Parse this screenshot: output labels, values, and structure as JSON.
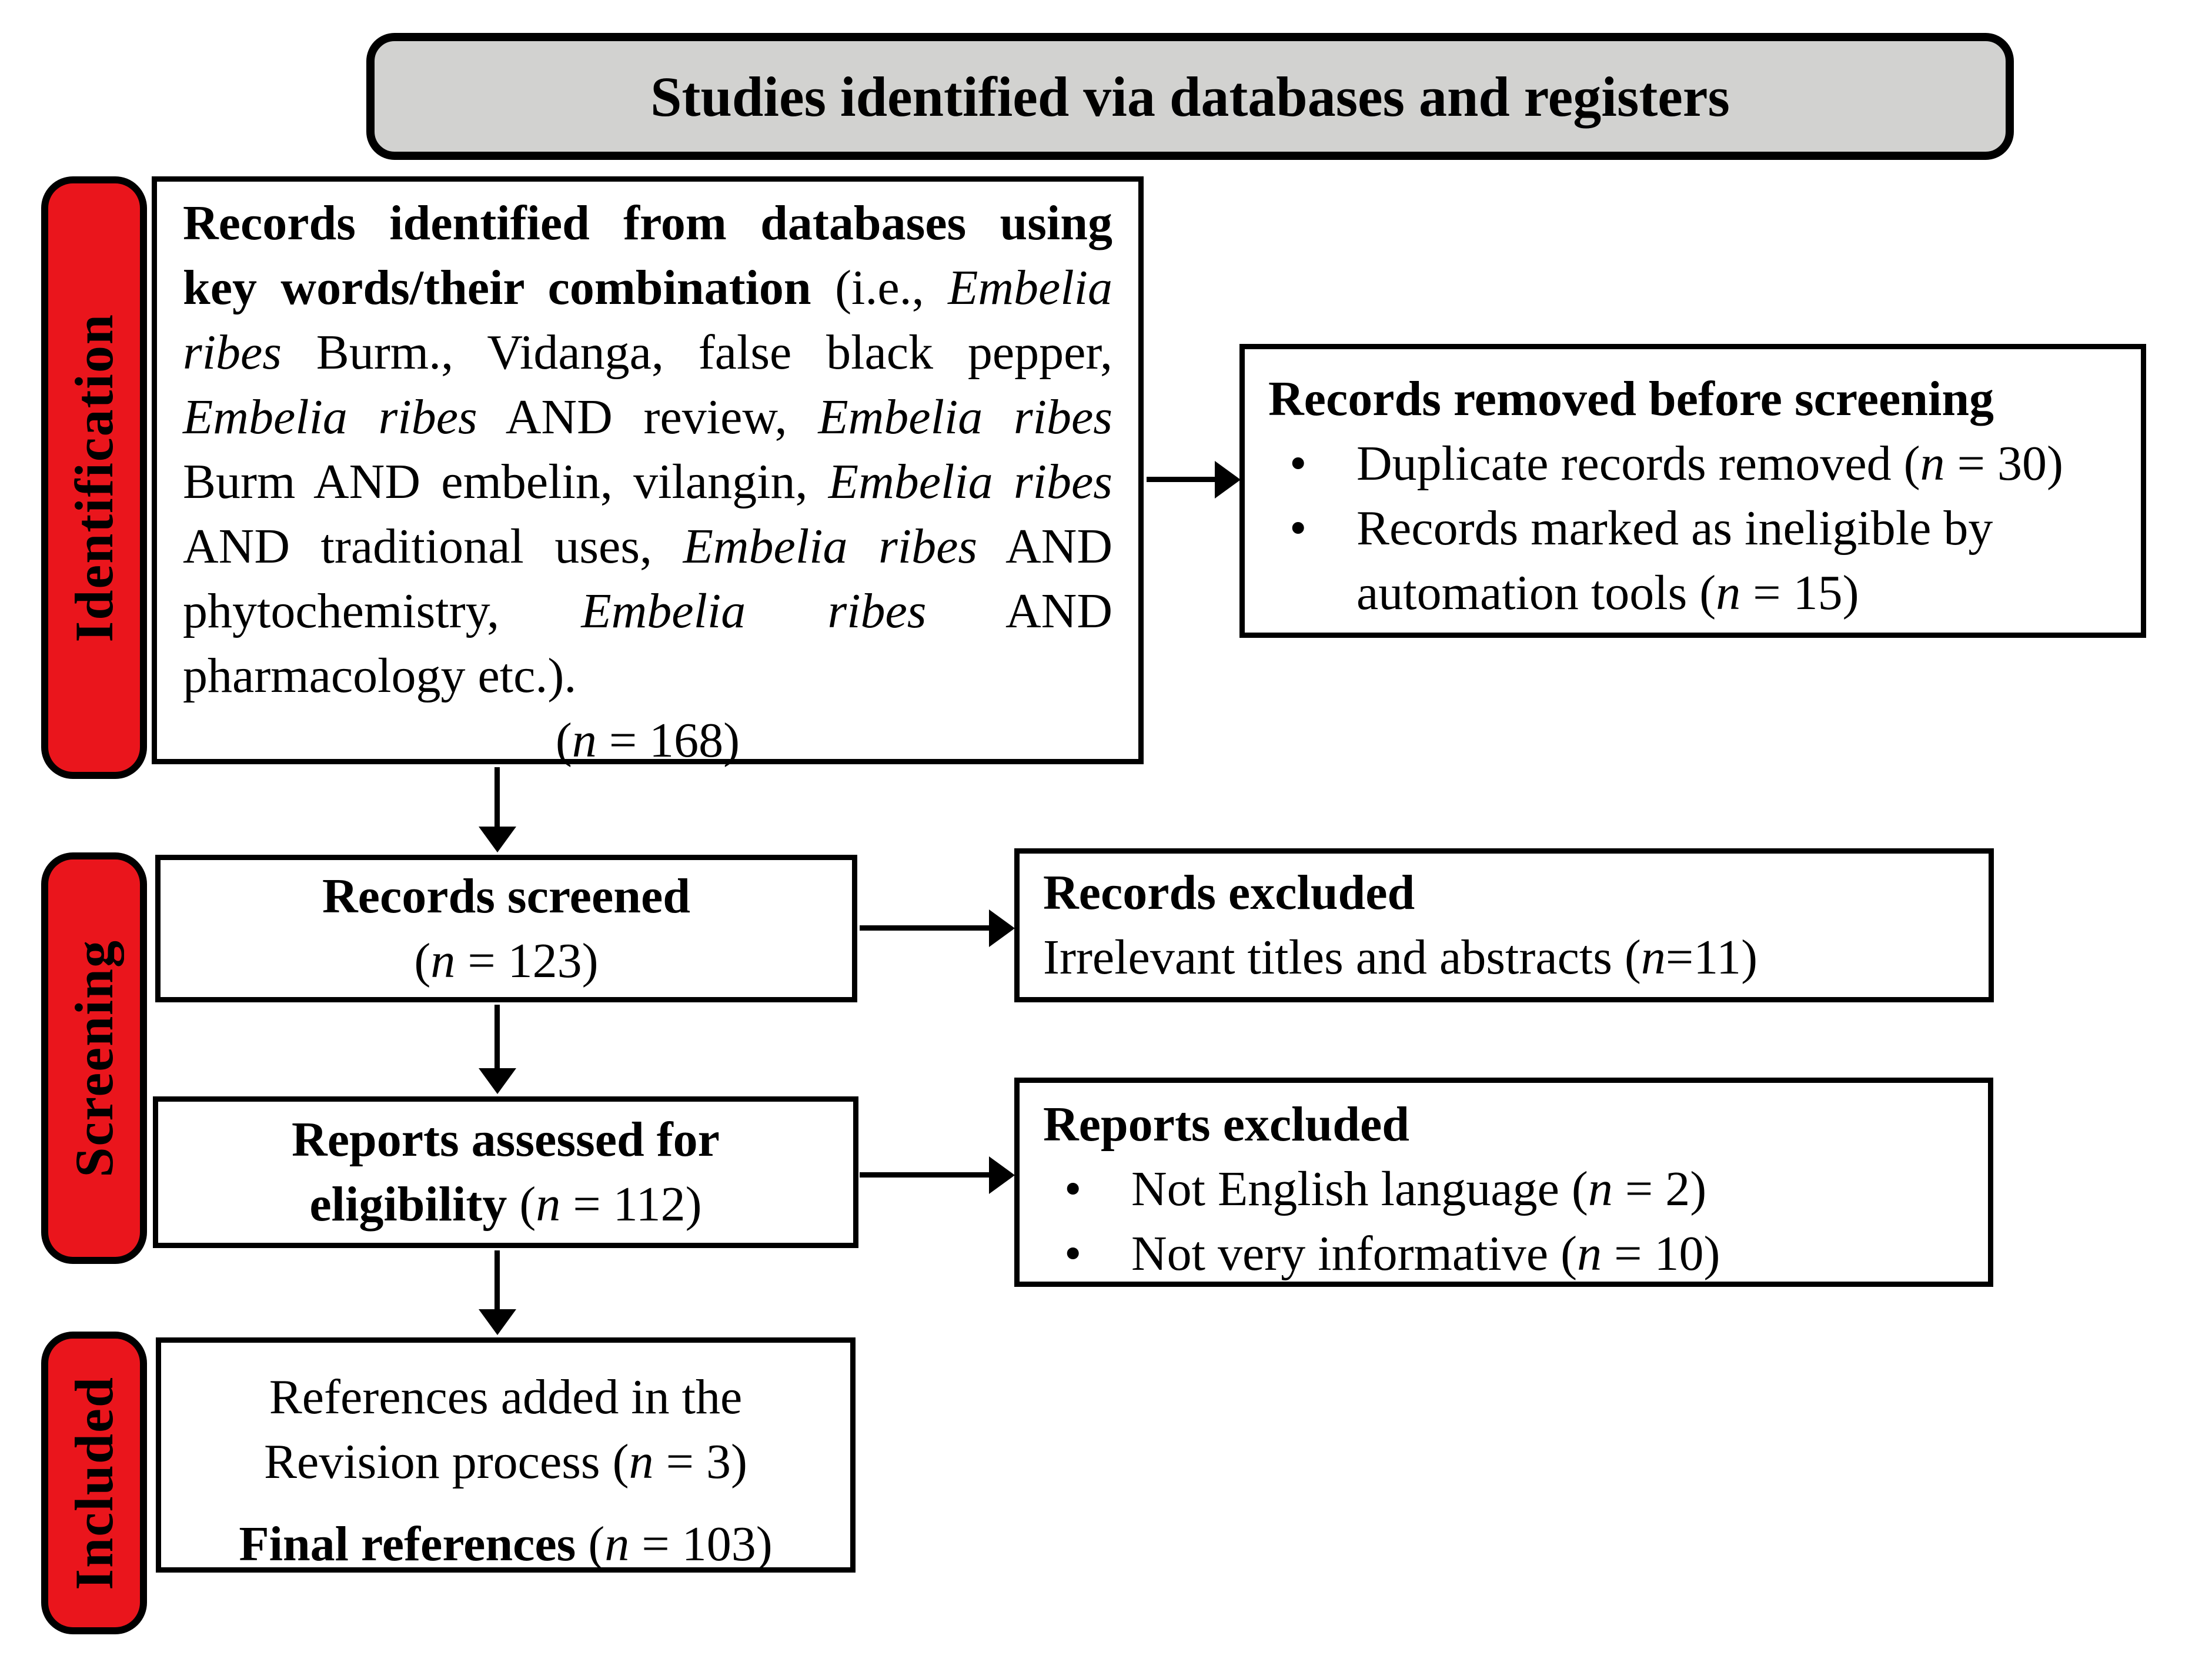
{
  "title": "Studies identified via databases and registers",
  "colors": {
    "stage_label_red": "#ea151c",
    "banner_gray": "#d2d2d0",
    "line_black": "#000000"
  },
  "sidebar": {
    "identification": "Identification",
    "screening": "Screening",
    "included": "Included"
  },
  "boxes": {
    "identified": {
      "rich": [
        {
          "t": "Records identified from databases using key words/their combination ",
          "s": "b"
        },
        {
          "t": "(i.e., "
        },
        {
          "t": "Embelia ribes",
          "s": "i"
        },
        {
          "t": " Burm., Vidanga, false black pepper, "
        },
        {
          "t": "Embelia ribes",
          "s": "i"
        },
        {
          "t": " AND review, "
        },
        {
          "t": "Embelia ribes",
          "s": "i"
        },
        {
          "t": " Burm AND embelin, vilangin, "
        },
        {
          "t": "Embelia ribes",
          "s": "i"
        },
        {
          "t": " AND traditional uses, "
        },
        {
          "t": "Embelia ribes",
          "s": "i"
        },
        {
          "t": " AND phytochemistry, "
        },
        {
          "t": "Embelia ribes",
          "s": "i"
        },
        {
          "t": " AND pharmacology etc.)."
        }
      ],
      "count": [
        {
          "t": "("
        },
        {
          "t": "n",
          "s": "i"
        },
        {
          "t": " = 168)"
        }
      ]
    },
    "removed": {
      "heading": "Records removed before screening",
      "bullets": [
        [
          {
            "t": "Duplicate records removed ("
          },
          {
            "t": "n",
            "s": "i"
          },
          {
            "t": " = 30)"
          }
        ],
        [
          {
            "t": "Records marked as ineligible by automation tools ("
          },
          {
            "t": "n",
            "s": "i"
          },
          {
            "t": " = 15)"
          }
        ]
      ]
    },
    "screened": {
      "heading": "Records screened",
      "count": [
        {
          "t": "("
        },
        {
          "t": "n",
          "s": "i"
        },
        {
          "t": " = 123)"
        }
      ]
    },
    "records_excluded": {
      "heading": "Records excluded",
      "line": [
        {
          "t": "Irrelevant titles and abstracts ("
        },
        {
          "t": "n",
          "s": "i"
        },
        {
          "t": "=11)"
        }
      ]
    },
    "assessed": {
      "line1": "Reports assessed for",
      "line2": [
        {
          "t": "eligibility ",
          "s": "b"
        },
        {
          "t": "("
        },
        {
          "t": "n",
          "s": "i"
        },
        {
          "t": " = 112)"
        }
      ]
    },
    "reports_excluded": {
      "heading": "Reports excluded",
      "bullets": [
        [
          {
            "t": "Not English language ("
          },
          {
            "t": "n",
            "s": "i"
          },
          {
            "t": " = 2)"
          }
        ],
        [
          {
            "t": "Not very informative ("
          },
          {
            "t": "n",
            "s": "i"
          },
          {
            "t": " = 10)"
          }
        ]
      ]
    },
    "included": {
      "line1": "References added in the",
      "line2": [
        {
          "t": "Revision process ("
        },
        {
          "t": "n",
          "s": "i"
        },
        {
          "t": " = 3)"
        }
      ],
      "final": [
        {
          "t": "Final references ",
          "s": "b"
        },
        {
          "t": "("
        },
        {
          "t": "n",
          "s": "i"
        },
        {
          "t": " = 103)"
        }
      ]
    }
  }
}
